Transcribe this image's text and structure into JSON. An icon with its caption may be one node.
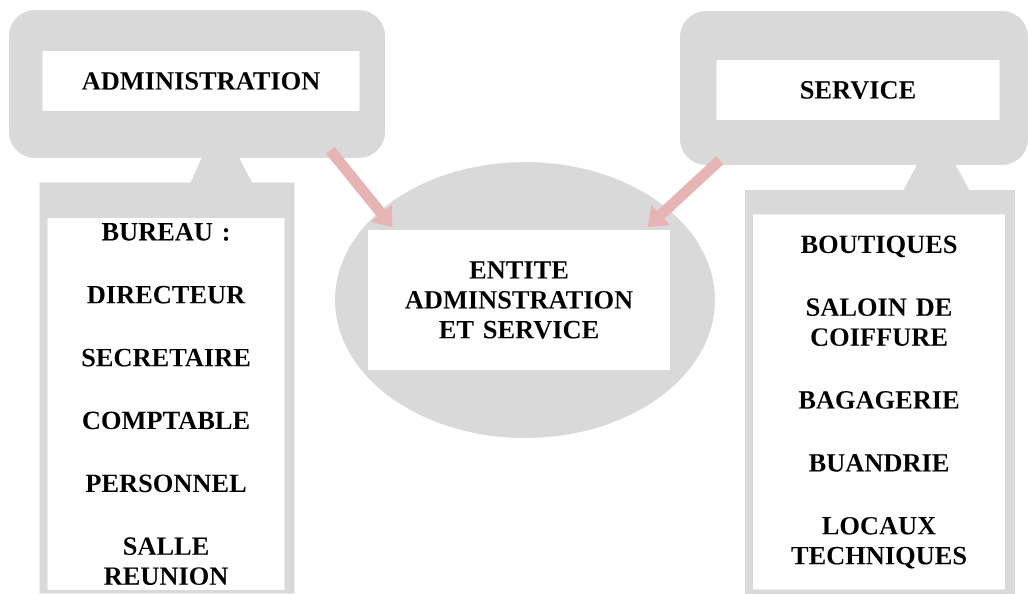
{
  "diagram": {
    "nodes": [
      {
        "text": [],
        "shape": "box"
      },
      {
        "text": [
          "ADMINISTRATION"
        ],
        "in": 0
      },
      {
        "text": [],
        "shape": "box"
      },
      {
        "text": [
          "BUREAU :",
          "DIRECTEUR",
          "SECRETAIRE",
          "COMPTABLE",
          "PERSONNEL",
          "SALLE REUNION"
        ],
        "in": 2
      },
      {
        "text": [],
        "shape": "circle"
      },
      {
        "text": [
          "ENTITE ADMINSTRATION ET SERVICE"
        ],
        "in": 4
      },
      {
        "text": [],
        "shape": "box"
      },
      {
        "text": [
          "SERVICE"
        ],
        "in": 6
      },
      {
        "text": [],
        "shape": "box"
      },
      {
        "text": [
          "BOUTIQUES",
          "SALOIN DE COIFFURE",
          "BAGAGERIE",
          "BUANDRIE",
          "LOCAUX TECHNIQUES"
        ],
        "in": 8
      }
    ],
    "edges": [
      {
        "from": 0,
        "to": 4,
        "arrow": "to"
      },
      {
        "from": 6,
        "to": 4,
        "arrow": "to"
      }
    ]
  }
}
